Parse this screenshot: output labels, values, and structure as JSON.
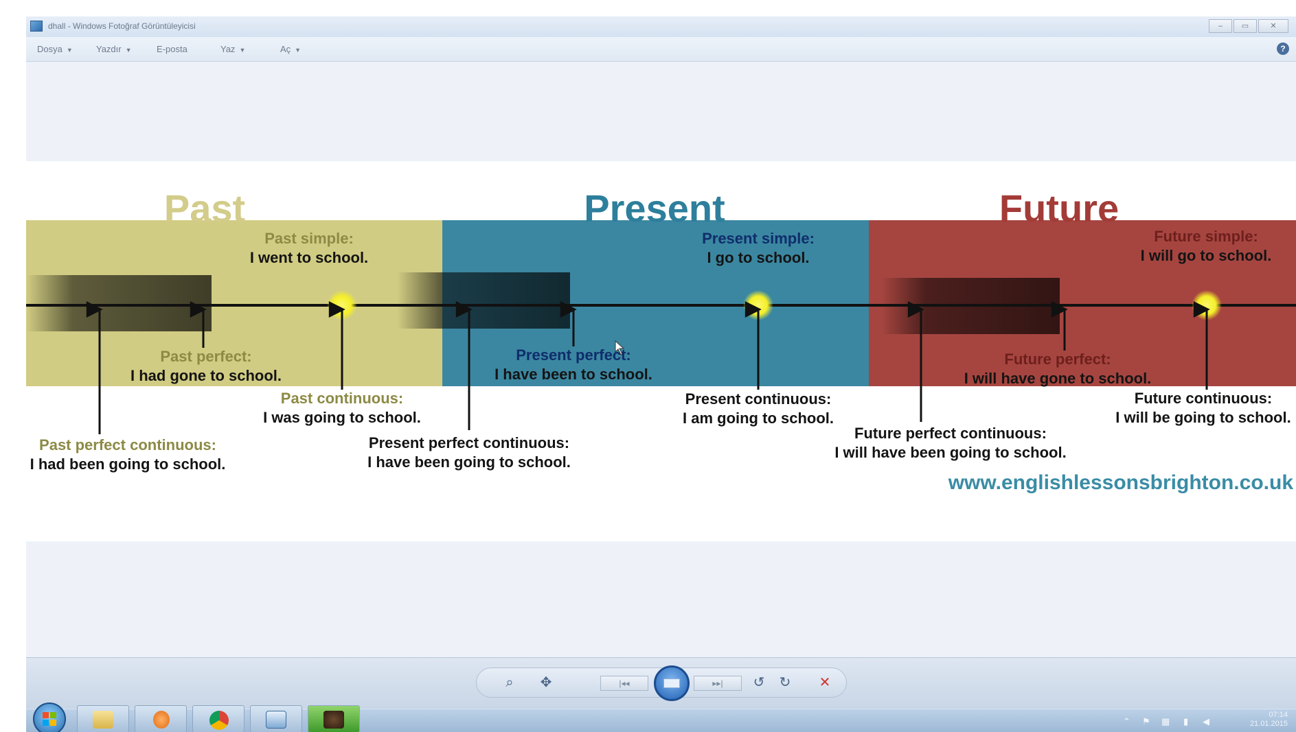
{
  "window": {
    "title": "dhall - Windows Fotoğraf Görüntüleyicisi",
    "minimize": "–",
    "maximize": "▭",
    "close": "✕"
  },
  "menu": {
    "items": [
      {
        "label": "Dosya",
        "caret": true
      },
      {
        "label": "Yazdır",
        "caret": true
      },
      {
        "label": "E-posta",
        "caret": false
      },
      {
        "label": "Yaz",
        "caret": true
      },
      {
        "label": "Aç",
        "caret": true
      }
    ],
    "help": "?"
  },
  "timeline": {
    "sections": [
      {
        "name": "Past",
        "color": "#d1cc83",
        "title_color": "#d3cc8a"
      },
      {
        "name": "Present",
        "color": "#3b87a1",
        "title_color": "#2d7f9c"
      },
      {
        "name": "Future",
        "color": "#a64540",
        "title_color": "#a33b37"
      }
    ],
    "labels": {
      "past_simple_title": "Past simple:",
      "past_simple_example": "I went to school.",
      "past_perfect_title": "Past perfect:",
      "past_perfect_example": "I had gone to school.",
      "past_continuous_title": "Past continuous:",
      "past_continuous_example": "I was going to school.",
      "past_perfect_continuous_title": "Past perfect continuous:",
      "past_perfect_continuous_example": "I had been going to school.",
      "present_simple_title": "Present simple:",
      "present_simple_example": "I go to school.",
      "present_perfect_title": "Present perfect:",
      "present_perfect_example": "I have been to school.",
      "present_continuous_title": "Present continuous:",
      "present_continuous_example": "I am going to school.",
      "present_perfect_continuous_title": "Present perfect continuous:",
      "present_perfect_continuous_example": "I have been going to school.",
      "future_simple_title": "Future simple:",
      "future_simple_example": "I will go to school.",
      "future_perfect_title": "Future perfect:",
      "future_perfect_example": "I will have gone to school.",
      "future_continuous_title": "Future continuous:",
      "future_continuous_example": "I will be going to school.",
      "future_perfect_continuous_title": "Future perfect continuous:",
      "future_perfect_continuous_example": "I will have been going to school."
    },
    "website": "www.englishlessonsbrighton.co.uk",
    "colors": {
      "past_label": "#8c8a45",
      "present_label": "#0f2d6b",
      "future_label": "#6e1f1c",
      "example": "#141414",
      "sun": "#f4ef2a",
      "website": "#3a8ca6"
    }
  },
  "controls": {
    "zoom": "⌕",
    "fit": "✥",
    "previous": "|◂◂",
    "next": "▸▸|",
    "rotate_left": "↺",
    "rotate_right": "↻",
    "delete": "✕"
  },
  "taskbar": {
    "apps": [
      "explorer",
      "media-player",
      "chrome",
      "photo-viewer",
      "game"
    ],
    "clock_time": "07:14",
    "clock_date": "21.01.2015"
  }
}
